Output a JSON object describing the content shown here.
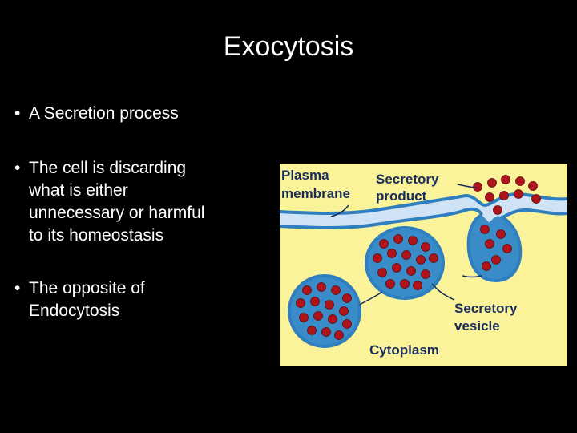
{
  "slide": {
    "title": "Exocytosis",
    "bullets": [
      {
        "lines": [
          "A Secretion process"
        ]
      },
      {
        "lines": [
          "The cell is discarding",
          "what is either",
          "unnecessary or harmful",
          "to its homeostasis"
        ]
      },
      {
        "lines": [
          "The opposite of",
          "Endocytosis"
        ]
      }
    ],
    "bullet_glyph": "•"
  },
  "diagram": {
    "labels": {
      "plasma": "Plasma",
      "membrane": "membrane",
      "secretory_top": "Secretory",
      "product": "product",
      "secretory_bottom": "Secretory",
      "vesicle": "vesicle",
      "cytoplasm": "Cytoplasm"
    },
    "colors": {
      "background": "#fbf39a",
      "membrane": "#2f7fc0",
      "membrane_fill": "#cfe3f5",
      "vesicle_fill": "#3a8cc8",
      "particle": "#b0131a",
      "label": "#1a2d5c"
    }
  }
}
